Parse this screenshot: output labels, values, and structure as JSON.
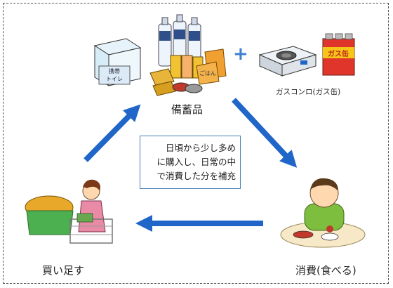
{
  "nodes": {
    "stockpile": "備蓄品",
    "consume": "消費(食べる)",
    "buy": "買い足す",
    "gas": "ガスコンロ(ガス缶)"
  },
  "center_text": [
    "日頃から少し多め",
    "に購入し、日常の中",
    "で消費した分を補充"
  ],
  "pictures": {
    "toilet_text": [
      "携帯",
      "トイレ"
    ],
    "gas_can_text": "ガス缶",
    "rice_text": "ごはん",
    "plus": "+"
  },
  "colors": {
    "arrow": "#1f66c8",
    "frame": "#555555",
    "box_border": "#4a7fc0"
  }
}
